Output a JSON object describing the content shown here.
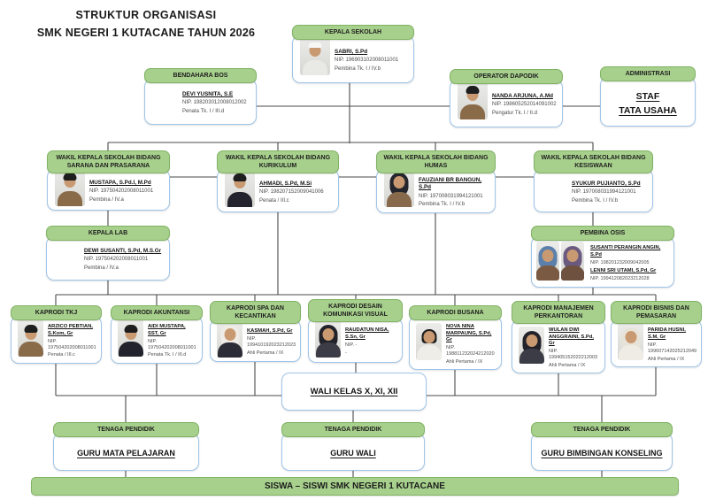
{
  "title": {
    "line1": "STRUKTUR ORGANISASI",
    "line2": "SMK NEGERI 1 KUTACANE TAHUN 2026"
  },
  "colors": {
    "header_green": "#a7d08c",
    "green_border": "#7fb363",
    "body_border": "#9fc5e8",
    "line": "#4a4a4a"
  },
  "kepala_sekolah": {
    "title": "KEPALA SEKOLAH",
    "name": "SABRI, S.Pd",
    "nip": "NIP. 196903102008011001",
    "rank": "Pembina Tk. I / IV.b",
    "photo": "male-white-cap"
  },
  "bendahara_bos": {
    "title": "BENDAHARA BOS",
    "name": "DEVI YUSNITA, S.E",
    "nip": "NIP. 198203012008012002",
    "rank": "Penata Tk. I / III.d"
  },
  "operator_dapodik": {
    "title": "OPERATOR DAPODIK",
    "name": "NANDA ARJUNA, A.Md",
    "nip": "NIP. 198605252014091002",
    "rank": "Pengatur Tk. I / II.d",
    "photo": "male-brown"
  },
  "administrasi": {
    "title": "ADMINISTRASI",
    "line1": "STAF",
    "line2": "TATA USAHA"
  },
  "wakil": [
    {
      "title": "WAKIL KEPALA SEKOLAH BIDANG SARANA DAN PRASARANA",
      "name": "MUSTAPA, S.Pd.I, M.Pd",
      "nip": "NIP. 197504202008011001",
      "rank": "Pembina / IV.a",
      "photo": "male-brown"
    },
    {
      "title": "WAKIL KEPALA SEKOLAH BIDANG KURIKULUM",
      "name": "AHMADI, S.Pd, M.Si",
      "nip": "NIP. 198207152009041006",
      "rank": "Penata / III.c",
      "photo": "male-suit"
    },
    {
      "title": "WAKIL KEPALA SEKOLAH BIDANG HUMAS",
      "name": "FAUZIANI BR BANGUN, S.Pd",
      "nip": "NIP. 197008031994121001",
      "rank": "Pembina Tk. I / IV.b",
      "photo": "female-hijab-uniform"
    },
    {
      "title": "WAKIL KEPALA SEKOLAH BIDANG KESISWAAN",
      "name": "SYUKUR PUJIANTO, S.Pd",
      "nip": "NIP. 197008031994121001",
      "rank": "Pembina Tk. I / IV.b"
    }
  ],
  "kepala_lab": {
    "title": "KEPALA LAB",
    "name": "DEWI SUSANTI, S.Pd, M.S.Gr",
    "nip": "NIP. 197504202008011001",
    "rank": "Pembina / IV.a"
  },
  "pembina_osis": {
    "title": "PEMBINA OSIS",
    "members": [
      {
        "name": "SUSANTI PERANGIN ANGIN, S.Pd",
        "nip": "NIP. 198201232009042005",
        "photo": "female-blue-hijab"
      },
      {
        "name": "LENNI SRI UTAMI, S.Pd, Gr",
        "nip": "NIP. 199412082023212028",
        "photo": "female-purple-hijab"
      }
    ]
  },
  "kaprodi": [
    {
      "title": "KAPRODI TKJ",
      "name": "ARZICO PEBTIAN, S.Kom, Gr",
      "nip": "NIP. 197504202008011001",
      "rank": "Penata / III.c",
      "photo": "male-brown"
    },
    {
      "title": "KAPRODI AKUNTANSI",
      "name": "AIDI MUSTAPA, SST, Gr",
      "nip": "NIP. 197504202008011001",
      "rank": "Penata Tk. I / III.d",
      "photo": "male-suit"
    },
    {
      "title": "KAPRODI SPA DAN KECANTIKAN",
      "name": "KASMAH, S.Pd, Gr",
      "nip": "NIP. 199410192023212023",
      "rank": "Ahli Pertama / IX",
      "photo": "female-white-hijab"
    },
    {
      "title": "KAPRODI DESAIN KOMUNIKASI VISUAL",
      "name": "RAUDATUN NISA, S.Sn, Gr",
      "nip": "NIP. -",
      "rank": "-",
      "photo": "female-dark-hijab"
    },
    {
      "title": "KAPRODI BUSANA",
      "name": "NOVA NINA MARPAUNG, S.Pd, Gr",
      "nip": "NIP. 198811232024212020",
      "rank": "Ahli Pertama / IX",
      "photo": "female-plain"
    },
    {
      "title": "KAPRODI MANAJEMEN PERKANTORAN",
      "name": "WULAN DWI ANGGRAINI, S.Pd, Gr",
      "nip": "NIP. 199405152022212003",
      "rank": "Ahli Pertama / IX",
      "photo": "female-dark-hijab"
    },
    {
      "title": "KAPRODI BISNIS DAN PEMASARAN",
      "name": "PARIDA HUSNI, S.M, Gr",
      "nip": "NIP. 199607142025212049",
      "rank": "Ahli Pertama / IX",
      "photo": "female-all-white-hijab"
    }
  ],
  "wali_kelas": {
    "label": "WALI KELAS X, XI, XII"
  },
  "tenaga_pendidik": [
    {
      "title": "TENAGA PENDIDIK",
      "label": "GURU MATA PELAJARAN"
    },
    {
      "title": "TENAGA PENDIDIK",
      "label": "GURU WALI"
    },
    {
      "title": "TENAGA PENDIDIK",
      "label": "GURU BIMBINGAN KONSELING"
    }
  ],
  "siswa_bar": {
    "label": "SISWA – SISWI SMK NEGERI 1 KUTACANE"
  }
}
